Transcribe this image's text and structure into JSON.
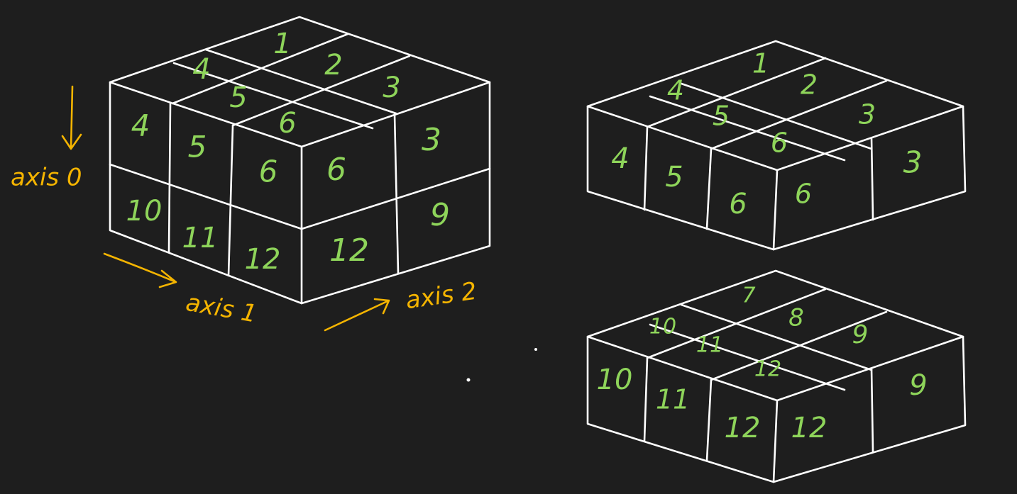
{
  "colors": {
    "background": "#1e1e1e",
    "edges": "#ffffff",
    "numbers": "#8ed45a",
    "axis": "#f4b400"
  },
  "axes": {
    "axis0": "axis 0",
    "axis1": "axis 1",
    "axis2": "axis 2"
  },
  "cube": {
    "top": [
      "1",
      "2",
      "3",
      "4",
      "5",
      "6"
    ],
    "front": [
      "4",
      "5",
      "6",
      "10",
      "11",
      "12"
    ],
    "right": [
      "6",
      "3",
      "12",
      "9"
    ]
  },
  "slab_top": {
    "top": [
      "1",
      "2",
      "3",
      "4",
      "5",
      "6"
    ],
    "front": [
      "4",
      "5",
      "6"
    ],
    "right": [
      "6",
      "3"
    ]
  },
  "slab_bottom": {
    "top": [
      "7",
      "8",
      "9",
      "10",
      "11",
      "12"
    ],
    "front": [
      "10",
      "11",
      "12"
    ],
    "right": [
      "12",
      "9"
    ]
  }
}
